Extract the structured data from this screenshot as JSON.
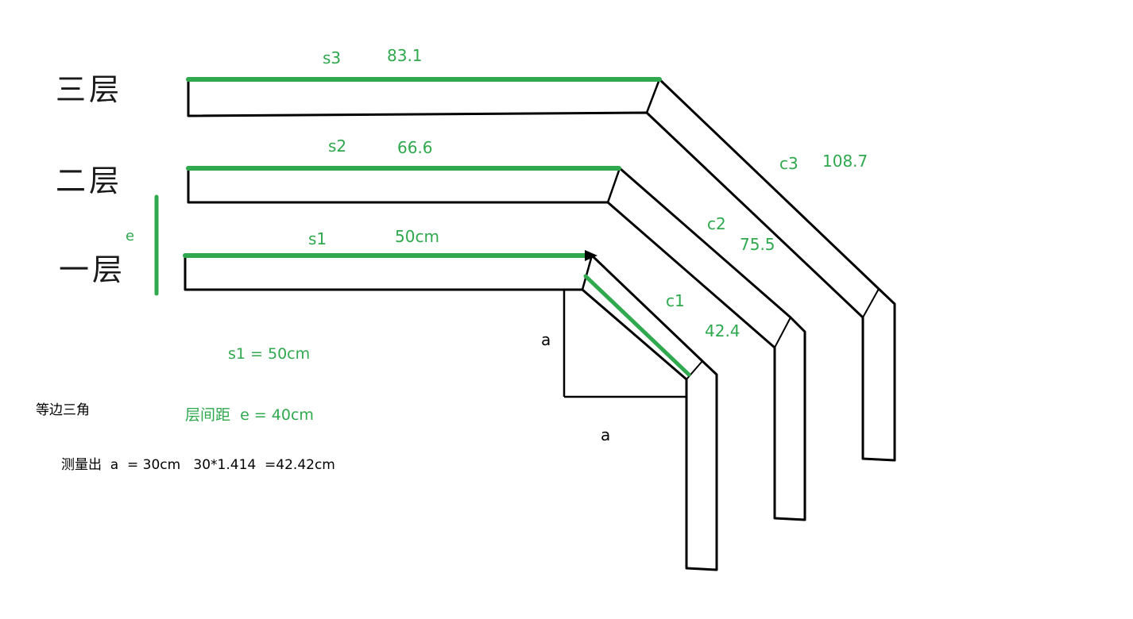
{
  "colors": {
    "green": "#2fa84e",
    "ink": "#000000"
  },
  "layers": [
    {
      "name": "三层",
      "s_label": "s3",
      "s_value": "83.1",
      "c_label": "c3",
      "c_value": "108.7"
    },
    {
      "name": "二层",
      "s_label": "s2",
      "s_value": "66.6",
      "c_label": "c2",
      "c_value": "75.5"
    },
    {
      "name": "一层",
      "s_label": "s1",
      "s_value": "50cm",
      "c_label": "c1",
      "c_value": "42.4"
    }
  ],
  "spacing": {
    "label": "e"
  },
  "notes": {
    "s1_equation": "s1 = 50cm",
    "spacing_equation": "层间距  e = 40cm",
    "triangle_type": "等边三角",
    "measurement": "测量出  a  = 30cm   30*1.414  =42.42cm",
    "a_vertical": "a",
    "a_horizontal": "a"
  }
}
